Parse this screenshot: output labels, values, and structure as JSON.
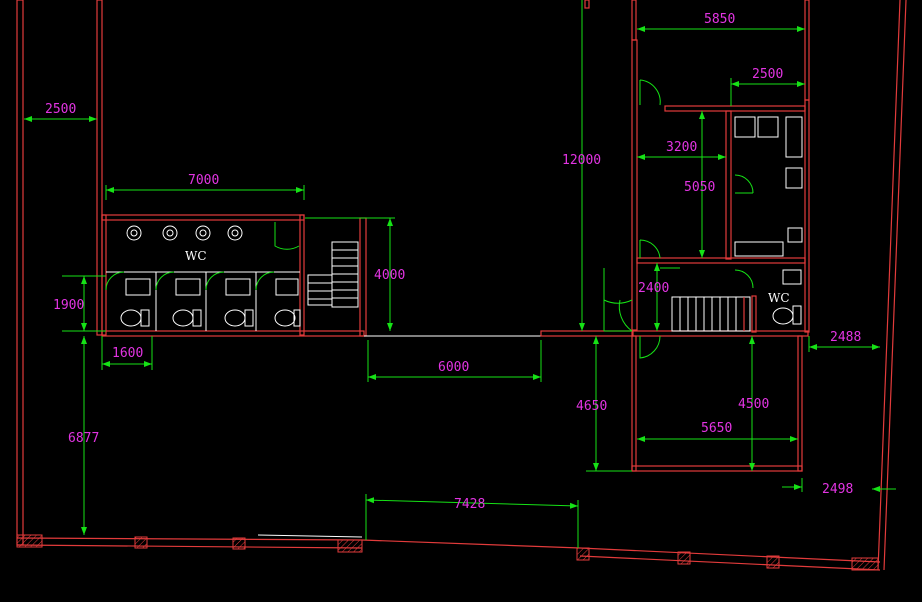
{
  "drawing": {
    "dimensions": [
      {
        "id": "dim-2500-left",
        "text": "2500"
      },
      {
        "id": "dim-7000",
        "text": "7000"
      },
      {
        "id": "dim-4000",
        "text": "4000"
      },
      {
        "id": "dim-1900",
        "text": "1900"
      },
      {
        "id": "dim-1600",
        "text": "1600"
      },
      {
        "id": "dim-6000",
        "text": "6000"
      },
      {
        "id": "dim-6877",
        "text": "6877"
      },
      {
        "id": "dim-7428",
        "text": "7428"
      },
      {
        "id": "dim-12000",
        "text": "12000"
      },
      {
        "id": "dim-5850",
        "text": "5850"
      },
      {
        "id": "dim-2500-right",
        "text": "2500"
      },
      {
        "id": "dim-3200",
        "text": "3200"
      },
      {
        "id": "dim-5050",
        "text": "5050"
      },
      {
        "id": "dim-2400",
        "text": "2400"
      },
      {
        "id": "dim-4650",
        "text": "4650"
      },
      {
        "id": "dim-4500",
        "text": "4500"
      },
      {
        "id": "dim-5650",
        "text": "5650"
      },
      {
        "id": "dim-2488",
        "text": "2488"
      },
      {
        "id": "dim-2498",
        "text": "2498"
      }
    ],
    "room_labels": {
      "wc_left": "WC",
      "wc_right": "WC"
    },
    "colors": {
      "background": "#000000",
      "walls": "#e23b3b",
      "dimension_lines": "#16e216",
      "dimension_text": "#e234e2",
      "fixtures": "#ffffff"
    }
  }
}
